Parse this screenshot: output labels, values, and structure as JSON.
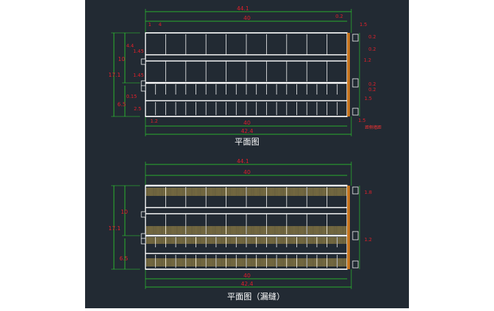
{
  "colors": {
    "background": "#222a33",
    "wall": "#ffffff",
    "dimension_line": "#2ee02e",
    "dimension_text": "#e0202a",
    "hatch": "#b59a4a",
    "side_wall": "#c8751e"
  },
  "plan_top": {
    "title": "平面图",
    "dim_total_length": "44.1",
    "dim_inner_length": "40",
    "dim_bottom_inner": "40",
    "dim_bottom_total": "42.4",
    "dim_left_overall": "17.1",
    "dim_left_upper": "10",
    "dim_left_lower": "6.5",
    "dim_left_small_a": "4.4",
    "dim_left_small_b": "1.45",
    "dim_left_small_c": "1.45",
    "dim_left_small_d": "0.15",
    "dim_left_small_e": "2.5",
    "dim_top_small_1": "1",
    "dim_top_small_4": "4",
    "dim_top_right_a": "0.2",
    "dim_top_right_b": "1.5",
    "dim_bottom_left": "1.2",
    "dim_bottom_right": "1.5",
    "dim_right_1": "0.2",
    "dim_right_2": "0.2",
    "dim_right_3": "1.2",
    "dim_right_4": "0.2",
    "dim_right_5": "0.2",
    "dim_right_6": "1.5",
    "note": "距侧墙距"
  },
  "plan_bottom": {
    "title": "平面图（漏缝）",
    "dim_total_length": "44.1",
    "dim_inner_length": "40",
    "dim_bottom_inner": "40",
    "dim_bottom_total": "42.4",
    "dim_left_overall": "17.1",
    "dim_left_upper": "10",
    "dim_left_lower": "6.5",
    "dim_right_1": "1.8",
    "dim_right_2": "1.2"
  }
}
